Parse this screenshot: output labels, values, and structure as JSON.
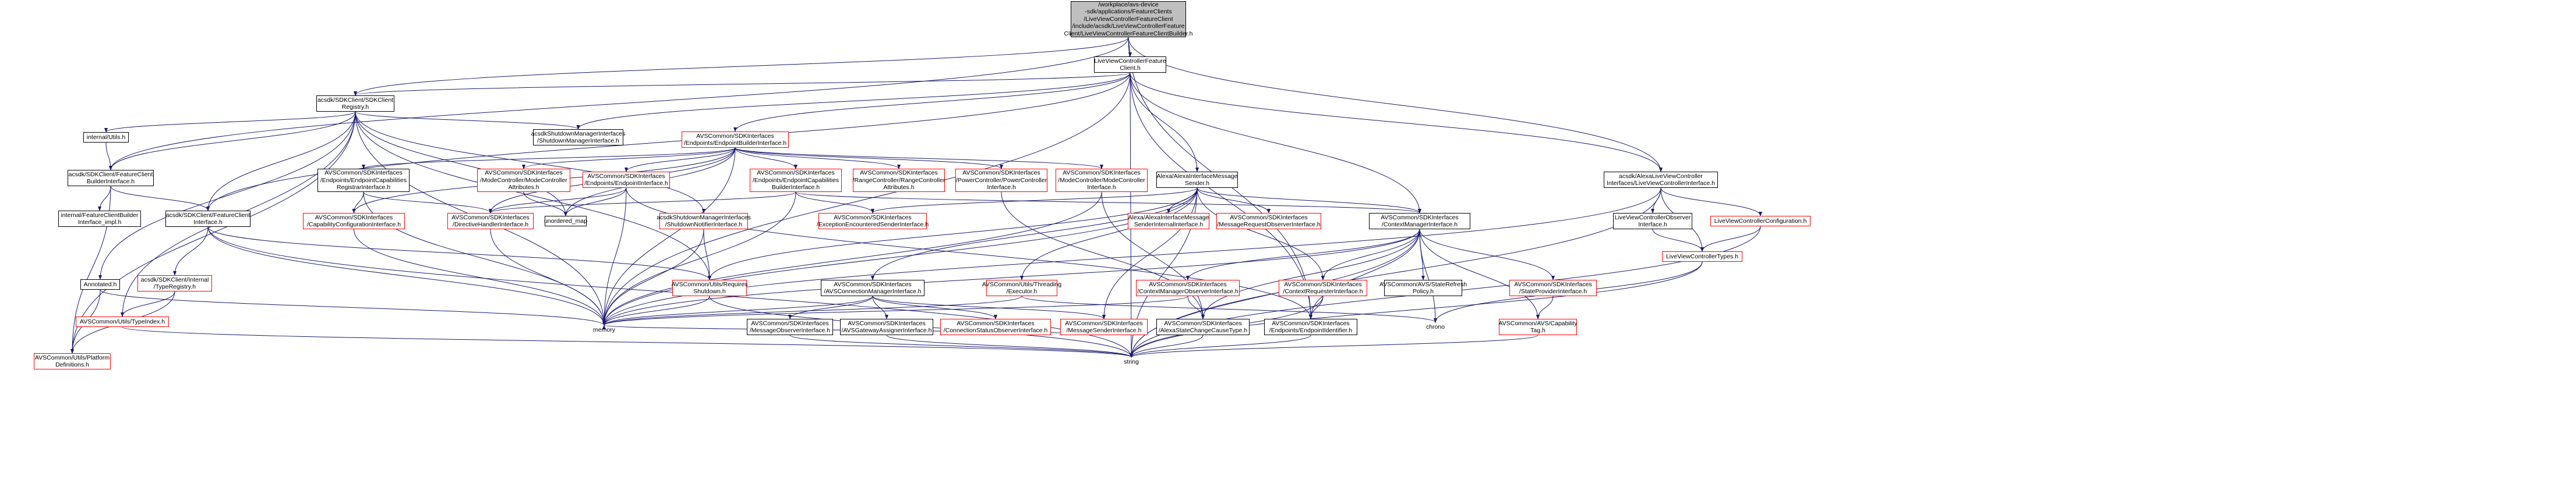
{
  "diagram": {
    "nodes": [
      {
        "id": "root",
        "label": "/workplace/avs-device\n-sdk/applications/FeatureClients\n/LiveViewControllerFeatureClient\n/include/acsdk/LiveViewControllerFeature\nClient/LiveViewControllerFeatureClientBuilder.h",
        "style": "root"
      },
      {
        "id": "lvcfc",
        "label": "LiveViewControllerFeature\nClient.h",
        "style": "black"
      },
      {
        "id": "sdkreg",
        "label": "acsdk/SDKClient/SDKClient\nRegistry.h",
        "style": "black"
      },
      {
        "id": "internalutils",
        "label": "internal/Utils.h",
        "style": "black"
      },
      {
        "id": "fcbuilder",
        "label": "acsdk/SDKClient/FeatureClient\nBuilderInterface.h",
        "style": "black"
      },
      {
        "id": "shutdownmgr",
        "label": "acsdkShutdownManagerInterfaces\n/ShutdownManagerInterface.h",
        "style": "black"
      },
      {
        "id": "fcbuilderimpl",
        "label": "internal/FeatureClientBuilder\nInterface_impl.h",
        "style": "black"
      },
      {
        "id": "fcinterface",
        "label": "acsdk/SDKClient/FeatureClient\nInterface.h",
        "style": "black"
      },
      {
        "id": "annotated",
        "label": "Annotated.h",
        "style": "black"
      },
      {
        "id": "typeregistry",
        "label": "acsdk/SDKClient/Internal\n/TypeRegistry.h",
        "style": "red"
      },
      {
        "id": "typeindex",
        "label": "AVSCommon/Utils/TypeIndex.h",
        "style": "red"
      },
      {
        "id": "platformdefs",
        "label": "AVSCommon/Utils/Platform\nDefinitions.h",
        "style": "red"
      },
      {
        "id": "epbuilder",
        "label": "AVSCommon/SDKInterfaces\n/Endpoints/EndpointBuilderInterface.h",
        "style": "red"
      },
      {
        "id": "epcapreg",
        "label": "AVSCommon/SDKInterfaces\n/Endpoints/EndpointCapabilities\nRegistrarInterface.h",
        "style": "black"
      },
      {
        "id": "modeattr",
        "label": "AVSCommon/SDKInterfaces\n/ModeController/ModeController\nAttributes.h",
        "style": "red"
      },
      {
        "id": "epinterface",
        "label": "AVSCommon/SDKInterfaces\n/Endpoints/EndpointInterface.h",
        "style": "red"
      },
      {
        "id": "epcapbuilder",
        "label": "AVSCommon/SDKInterfaces\n/Endpoints/EndpointCapabilities\nBuilderInterface.h",
        "style": "red"
      },
      {
        "id": "rangeattr",
        "label": "AVSCommon/SDKInterfaces\n/RangeController/RangeController\nAttributes.h",
        "style": "red"
      },
      {
        "id": "powerctl",
        "label": "AVSCommon/SDKInterfaces\n/PowerController/PowerController\nInterface.h",
        "style": "red"
      },
      {
        "id": "modectl",
        "label": "AVSCommon/SDKInterfaces\n/ModeController/ModeController\nInterface.h",
        "style": "red"
      },
      {
        "id": "capcfg",
        "label": "AVSCommon/SDKInterfaces\n/CapabilityConfigurationInterface.h",
        "style": "red"
      },
      {
        "id": "dirhandler",
        "label": "AVSCommon/SDKInterfaces\n/DirectiveHandlerInterface.h",
        "style": "red"
      },
      {
        "id": "unorderedmap",
        "label": "unordered_map",
        "style": "black"
      },
      {
        "id": "shutdownnotifier",
        "label": "acsdkShutdownManagerInterfaces\n/ShutdownNotifierInterface.h",
        "style": "red"
      },
      {
        "id": "excsender",
        "label": "AVSCommon/SDKInterfaces\n/ExceptionEncounteredSenderInterface.h",
        "style": "red"
      },
      {
        "id": "alexamsgsender",
        "label": "Alexa/AlexaInterfaceMessage\nSender.h",
        "style": "black"
      },
      {
        "id": "alexamsgsenderint",
        "label": "Alexa/AlexaInterfaceMessage\nSenderInternalInterface.h",
        "style": "red"
      },
      {
        "id": "msgreqobs",
        "label": "AVSCommon/SDKInterfaces\n/MessageRequestObserverInterface.h",
        "style": "red"
      },
      {
        "id": "ctxmgr",
        "label": "AVSCommon/SDKInterfaces\n/ContextManagerInterface.h",
        "style": "black"
      },
      {
        "id": "lvcinterface",
        "label": "acsdk/AlexaLiveViewController\nInterfaces/LiveViewControllerInterface.h",
        "style": "black"
      },
      {
        "id": "lvcobserver",
        "label": "LiveViewControllerObserver\nInterface.h",
        "style": "black"
      },
      {
        "id": "lvcconfig",
        "label": "LiveViewControllerConfiguration.h",
        "style": "red"
      },
      {
        "id": "lvctypes",
        "label": "LiveViewControllerTypes.h",
        "style": "red"
      },
      {
        "id": "reqshutdown",
        "label": "AVSCommon/Utils/Requires\nShutdown.h",
        "style": "red"
      },
      {
        "id": "threading",
        "label": "AVSCommon/Utils/Threading\n/Executor.h",
        "style": "red"
      },
      {
        "id": "ctxmgrobs",
        "label": "AVSCommon/SDKInterfaces\n/ContextManagerObserverInterface.h",
        "style": "red"
      },
      {
        "id": "ctxrequester",
        "label": "AVSCommon/SDKInterfaces\n/ContextRequesterInterface.h",
        "style": "red"
      },
      {
        "id": "staterefresh",
        "label": "AVSCommon/AVS/StateRefresh\nPolicy.h",
        "style": "black"
      },
      {
        "id": "stateprovider",
        "label": "AVSCommon/SDKInterfaces\n/StateProviderInterface.h",
        "style": "red"
      },
      {
        "id": "connmgr",
        "label": "AVSCommon/SDKInterfaces\n/AVSConnectionManagerInterface.h",
        "style": "black"
      },
      {
        "id": "memory",
        "label": "memory",
        "style": "plain"
      },
      {
        "id": "msgobs",
        "label": "AVSCommon/SDKInterfaces\n/MessageObserverInterface.h",
        "style": "black"
      },
      {
        "id": "gwassigner",
        "label": "AVSCommon/SDKInterfaces\n/AVSGatewayAssignerInterface.h",
        "style": "black"
      },
      {
        "id": "connstatus",
        "label": "AVSCommon/SDKInterfaces\n/ConnectionStatusObserverInterface.h",
        "style": "red"
      },
      {
        "id": "msgsender",
        "label": "AVSCommon/SDKInterfaces\n/MessageSenderInterface.h",
        "style": "red"
      },
      {
        "id": "statechange",
        "label": "AVSCommon/SDKInterfaces\n/AlexaStateChangeCauseType.h",
        "style": "black"
      },
      {
        "id": "epidentifier",
        "label": "AVSCommon/SDKInterfaces\n/Endpoints/EndpointIdentifier.h",
        "style": "black"
      },
      {
        "id": "chrono",
        "label": "chrono",
        "style": "plain"
      },
      {
        "id": "captag",
        "label": "AVSCommon/AVS/Capability\nTag.h",
        "style": "red"
      },
      {
        "id": "string",
        "label": "string",
        "style": "plain"
      }
    ],
    "edge_color": "#191970"
  }
}
